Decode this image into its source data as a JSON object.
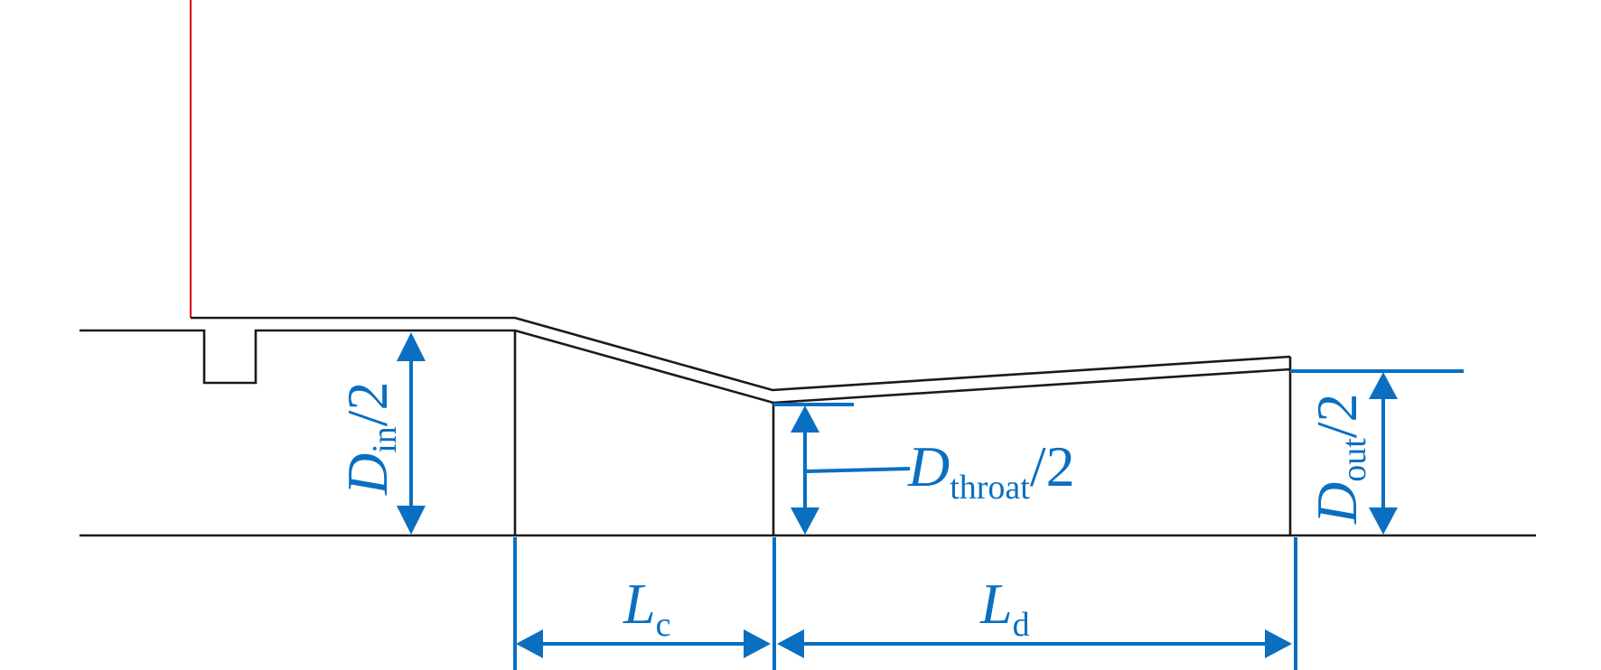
{
  "labels": {
    "d_in": {
      "symbol": "D",
      "subscript": "in",
      "suffix": "/2"
    },
    "d_throat": {
      "symbol": "D",
      "subscript": "throat",
      "suffix": "/2"
    },
    "d_out": {
      "symbol": "D",
      "subscript": "out",
      "suffix": "/2"
    },
    "l_c": {
      "symbol": "L",
      "subscript": "c"
    },
    "l_d": {
      "symbol": "L",
      "subscript": "d"
    }
  },
  "colors": {
    "dimension": "#0a6fc0",
    "outline": "#1a1a1a",
    "marker": "#e01a1a"
  }
}
